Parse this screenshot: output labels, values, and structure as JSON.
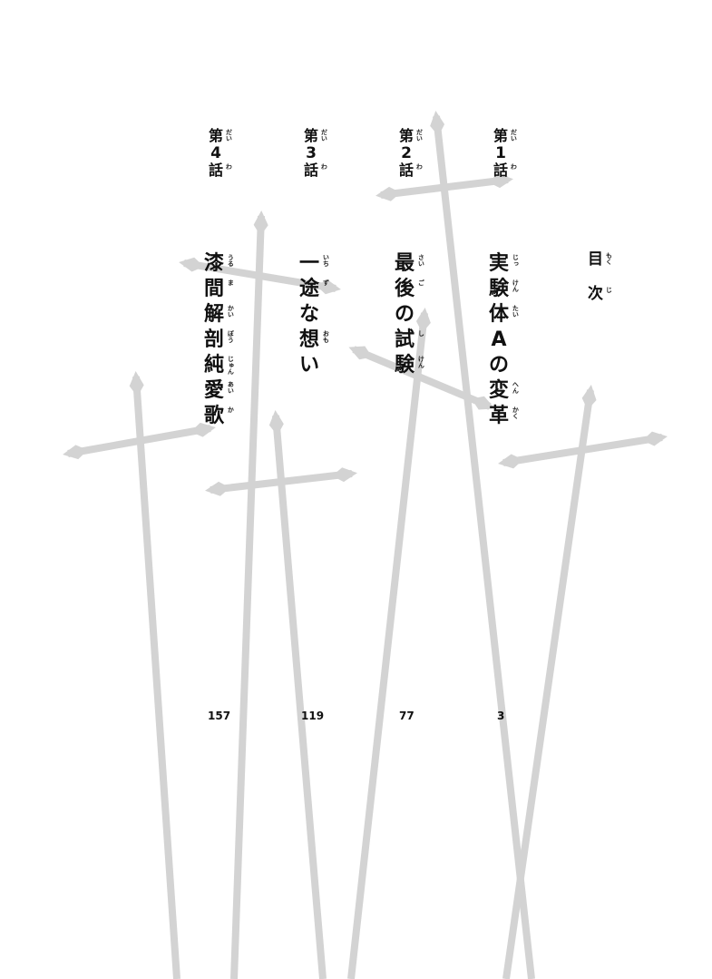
{
  "toc": {
    "heading": [
      {
        "char": "目",
        "ruby": "もく"
      },
      {
        "char": "次",
        "ruby": "じ"
      }
    ]
  },
  "chapters": [
    {
      "label": [
        {
          "char": "第",
          "ruby": "だい"
        },
        {
          "char": "1",
          "ruby": ""
        },
        {
          "char": "話",
          "ruby": "わ"
        }
      ],
      "title": [
        {
          "char": "実",
          "ruby": "じっ"
        },
        {
          "char": "験",
          "ruby": "けん"
        },
        {
          "char": "体",
          "ruby": "たい"
        },
        {
          "char": "A",
          "ruby": ""
        },
        {
          "char": "の",
          "ruby": ""
        },
        {
          "char": "変",
          "ruby": "へん"
        },
        {
          "char": "革",
          "ruby": "かく"
        }
      ],
      "title_text": "実験体Aの変革",
      "page": "3"
    },
    {
      "label": [
        {
          "char": "第",
          "ruby": "だい"
        },
        {
          "char": "2",
          "ruby": ""
        },
        {
          "char": "話",
          "ruby": "わ"
        }
      ],
      "title": [
        {
          "char": "最",
          "ruby": "さい"
        },
        {
          "char": "後",
          "ruby": "ご"
        },
        {
          "char": "の",
          "ruby": ""
        },
        {
          "char": "試",
          "ruby": "し"
        },
        {
          "char": "験",
          "ruby": "けん"
        }
      ],
      "title_text": "最後の試験",
      "page": "77"
    },
    {
      "label": [
        {
          "char": "第",
          "ruby": "だい"
        },
        {
          "char": "3",
          "ruby": ""
        },
        {
          "char": "話",
          "ruby": "わ"
        }
      ],
      "title": [
        {
          "char": "一",
          "ruby": "いち"
        },
        {
          "char": "途",
          "ruby": "ず"
        },
        {
          "char": "な",
          "ruby": ""
        },
        {
          "char": "想",
          "ruby": "おも"
        },
        {
          "char": "い",
          "ruby": ""
        }
      ],
      "title_text": "一途な想い",
      "page": "119"
    },
    {
      "label": [
        {
          "char": "第",
          "ruby": "だい"
        },
        {
          "char": "4",
          "ruby": ""
        },
        {
          "char": "話",
          "ruby": "わ"
        }
      ],
      "title": [
        {
          "char": "漆",
          "ruby": "うる"
        },
        {
          "char": "間",
          "ruby": "ま"
        },
        {
          "char": "解",
          "ruby": "かい"
        },
        {
          "char": "剖",
          "ruby": "ぼう"
        },
        {
          "char": "純",
          "ruby": "じゅん"
        },
        {
          "char": "愛",
          "ruby": "あい"
        },
        {
          "char": "歌",
          "ruby": "か"
        }
      ],
      "title_text": "漆間解剖純愛歌",
      "page": "157"
    }
  ],
  "decoration": {
    "cross_color": "#d3d3d3",
    "crosses": [
      {
        "v": [
          481,
          128,
          586,
          1079
        ],
        "h": [
          420,
          215,
          560,
          198
        ]
      },
      {
        "v": [
          288,
          238,
          258,
          1079
        ],
        "h": [
          203,
          290,
          370,
          318
        ]
      },
      {
        "v": [
          651,
          430,
          558,
          1079
        ],
        "h": [
          555,
          510,
          730,
          482
        ]
      },
      {
        "v": [
          150,
          415,
          195,
          1079
        ],
        "h": [
          75,
          500,
          232,
          472
        ]
      },
      {
        "v": [
          304,
          458,
          356,
          1079
        ],
        "h": [
          232,
          540,
          388,
          522
        ]
      },
      {
        "v": [
          468,
          345,
          387,
          1079
        ],
        "h": [
          390,
          385,
          540,
          448
        ]
      }
    ]
  }
}
